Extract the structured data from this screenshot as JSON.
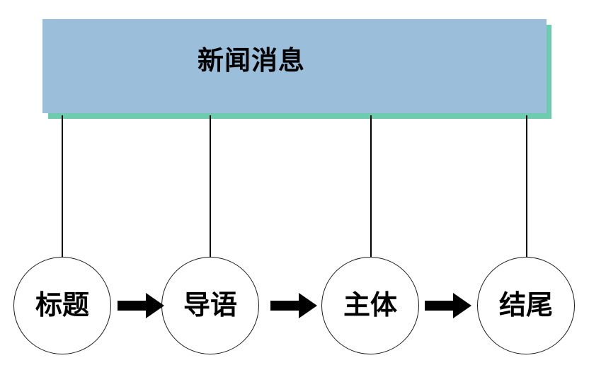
{
  "header": {
    "title": "新闻消息",
    "fill_color": "#9bbfdb",
    "shadow_color": "#6dccae"
  },
  "flow": {
    "arrow_label": "→",
    "nodes": [
      {
        "label": "标题"
      },
      {
        "label": "导语"
      },
      {
        "label": "主体"
      },
      {
        "label": "结尾"
      }
    ]
  },
  "diagram": {
    "type": "flow-diagram",
    "node_outline_color": "#1a1a1a",
    "node_fill_color": "#ffffff",
    "connector_color": "#000000",
    "arrow_color": "#000000",
    "connector_count": 4,
    "arrow_count": 3
  }
}
